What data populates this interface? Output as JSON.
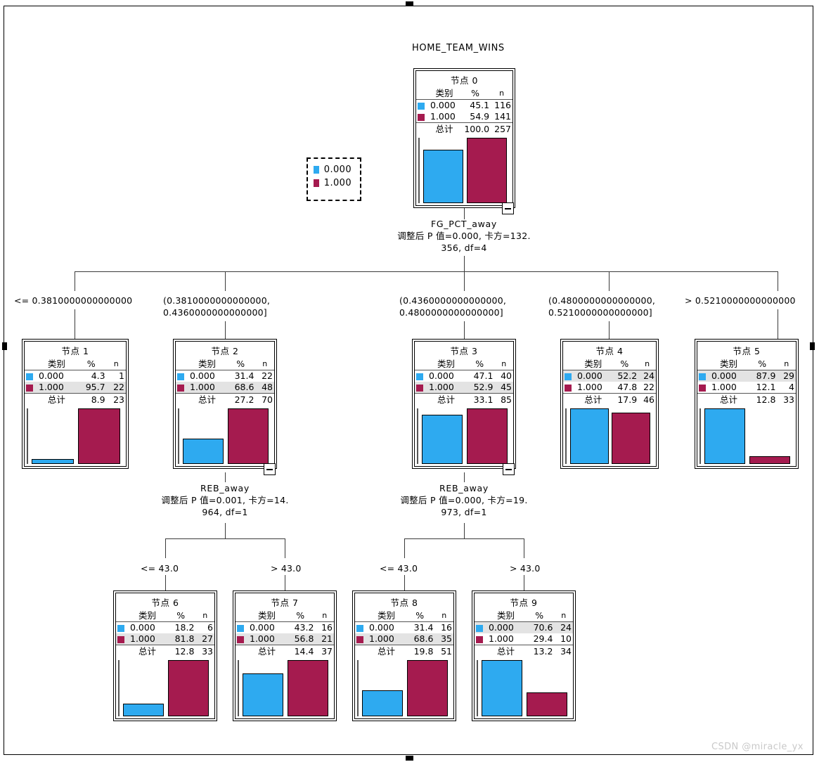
{
  "title": "HOME_TEAM_WINS",
  "watermark": "CSDN @miracle_yx",
  "colors": {
    "class0": "#2eaaf0",
    "class1": "#a51b4f",
    "highlight_row": "#e3e3e3",
    "line": "#3a3a3a",
    "watermark": "#c9c9c9"
  },
  "legend": {
    "name": "legend",
    "items": [
      {
        "label": "0.000",
        "color": "#2eaaf0"
      },
      {
        "label": "1.000",
        "color": "#a51b4f"
      }
    ]
  },
  "table_headers": {
    "category": "类别",
    "percent": "%",
    "n": "n",
    "total": "总计"
  },
  "splits": {
    "root": {
      "variable": "FG_PCT_away",
      "line2": "调整后 P 值=0.000, 卡方=132.",
      "line3": "356, df=4"
    },
    "node2": {
      "variable": "REB_away",
      "line2": "调整后 P 值=0.001, 卡方=14.",
      "line3": "964, df=1"
    },
    "node3": {
      "variable": "REB_away",
      "line2": "调整后 P 值=0.000, 卡方=19.",
      "line3": "973, df=1"
    }
  },
  "edge_labels": {
    "level1": [
      {
        "line1": "<= 0.3810000000000000",
        "line2": ""
      },
      {
        "line1": "(0.3810000000000000,",
        "line2": "0.4360000000000000]"
      },
      {
        "line1": "(0.4360000000000000,",
        "line2": "0.4800000000000000]"
      },
      {
        "line1": "(0.4800000000000000,",
        "line2": "0.5210000000000000]"
      },
      {
        "line1": "> 0.5210000000000000",
        "line2": ""
      }
    ],
    "level2_left": [
      {
        "line1": "<= 43.0",
        "line2": ""
      },
      {
        "line1": "> 43.0",
        "line2": ""
      }
    ],
    "level2_right": [
      {
        "line1": "<= 43.0",
        "line2": ""
      },
      {
        "line1": "> 43.0",
        "line2": ""
      }
    ]
  },
  "nodes": [
    {
      "id": "node0",
      "title": "节点 0",
      "rows": [
        {
          "label": "0.000",
          "percent": "45.1",
          "n": "116",
          "color": "#2eaaf0",
          "highlight": false
        },
        {
          "label": "1.000",
          "percent": "54.9",
          "n": "141",
          "color": "#a51b4f",
          "highlight": false
        }
      ],
      "total": {
        "label": "总计",
        "percent": "100.0",
        "n": "257"
      },
      "bars": [
        45.1,
        54.9
      ]
    },
    {
      "id": "node1",
      "title": "节点 1",
      "rows": [
        {
          "label": "0.000",
          "percent": "4.3",
          "n": "1",
          "color": "#2eaaf0",
          "highlight": false
        },
        {
          "label": "1.000",
          "percent": "95.7",
          "n": "22",
          "color": "#a51b4f",
          "highlight": true
        }
      ],
      "total": {
        "label": "总计",
        "percent": "8.9",
        "n": "23"
      },
      "bars": [
        4.3,
        95.7
      ]
    },
    {
      "id": "node2",
      "title": "节点 2",
      "rows": [
        {
          "label": "0.000",
          "percent": "31.4",
          "n": "22",
          "color": "#2eaaf0",
          "highlight": false
        },
        {
          "label": "1.000",
          "percent": "68.6",
          "n": "48",
          "color": "#a51b4f",
          "highlight": true
        }
      ],
      "total": {
        "label": "总计",
        "percent": "27.2",
        "n": "70"
      },
      "bars": [
        31.4,
        68.6
      ]
    },
    {
      "id": "node3",
      "title": "节点 3",
      "rows": [
        {
          "label": "0.000",
          "percent": "47.1",
          "n": "40",
          "color": "#2eaaf0",
          "highlight": false
        },
        {
          "label": "1.000",
          "percent": "52.9",
          "n": "45",
          "color": "#a51b4f",
          "highlight": true
        }
      ],
      "total": {
        "label": "总计",
        "percent": "33.1",
        "n": "85"
      },
      "bars": [
        47.1,
        52.9
      ]
    },
    {
      "id": "node4",
      "title": "节点 4",
      "rows": [
        {
          "label": "0.000",
          "percent": "52.2",
          "n": "24",
          "color": "#2eaaf0",
          "highlight": true
        },
        {
          "label": "1.000",
          "percent": "47.8",
          "n": "22",
          "color": "#a51b4f",
          "highlight": false
        }
      ],
      "total": {
        "label": "总计",
        "percent": "17.9",
        "n": "46"
      },
      "bars": [
        52.2,
        47.8
      ]
    },
    {
      "id": "node5",
      "title": "节点 5",
      "rows": [
        {
          "label": "0.000",
          "percent": "87.9",
          "n": "29",
          "color": "#2eaaf0",
          "highlight": true
        },
        {
          "label": "1.000",
          "percent": "12.1",
          "n": "4",
          "color": "#a51b4f",
          "highlight": false
        }
      ],
      "total": {
        "label": "总计",
        "percent": "12.8",
        "n": "33"
      },
      "bars": [
        87.9,
        12.1
      ]
    },
    {
      "id": "node6",
      "title": "节点 6",
      "rows": [
        {
          "label": "0.000",
          "percent": "18.2",
          "n": "6",
          "color": "#2eaaf0",
          "highlight": false
        },
        {
          "label": "1.000",
          "percent": "81.8",
          "n": "27",
          "color": "#a51b4f",
          "highlight": true
        }
      ],
      "total": {
        "label": "总计",
        "percent": "12.8",
        "n": "33"
      },
      "bars": [
        18.2,
        81.8
      ]
    },
    {
      "id": "node7",
      "title": "节点 7",
      "rows": [
        {
          "label": "0.000",
          "percent": "43.2",
          "n": "16",
          "color": "#2eaaf0",
          "highlight": false
        },
        {
          "label": "1.000",
          "percent": "56.8",
          "n": "21",
          "color": "#a51b4f",
          "highlight": true
        }
      ],
      "total": {
        "label": "总计",
        "percent": "14.4",
        "n": "37"
      },
      "bars": [
        43.2,
        56.8
      ]
    },
    {
      "id": "node8",
      "title": "节点 8",
      "rows": [
        {
          "label": "0.000",
          "percent": "31.4",
          "n": "16",
          "color": "#2eaaf0",
          "highlight": false
        },
        {
          "label": "1.000",
          "percent": "68.6",
          "n": "35",
          "color": "#a51b4f",
          "highlight": true
        }
      ],
      "total": {
        "label": "总计",
        "percent": "19.8",
        "n": "51"
      },
      "bars": [
        31.4,
        68.6
      ]
    },
    {
      "id": "node9",
      "title": "节点 9",
      "rows": [
        {
          "label": "0.000",
          "percent": "70.6",
          "n": "24",
          "color": "#2eaaf0",
          "highlight": true
        },
        {
          "label": "1.000",
          "percent": "29.4",
          "n": "10",
          "color": "#a51b4f",
          "highlight": false
        }
      ],
      "total": {
        "label": "总计",
        "percent": "13.2",
        "n": "34"
      },
      "bars": [
        70.6,
        29.4
      ]
    }
  ],
  "chart_data": {
    "type": "diagram",
    "title": "HOME_TEAM_WINS",
    "description": "CHAID decision tree predicting HOME_TEAM_WINS",
    "classes": [
      "0.000",
      "1.000"
    ],
    "tree": [
      {
        "node": 0,
        "parent": null,
        "split_variable": "FG_PCT_away",
        "adjusted_p": 0.0,
        "chi_square": 132.356,
        "df": 4,
        "percents": [
          45.1,
          54.9
        ],
        "counts": [
          116,
          141
        ],
        "total_percent": 100.0,
        "total_n": 257
      },
      {
        "node": 1,
        "parent": 0,
        "branch": "<= 0.3810000000000000",
        "percents": [
          4.3,
          95.7
        ],
        "counts": [
          1,
          22
        ],
        "total_percent": 8.9,
        "total_n": 23
      },
      {
        "node": 2,
        "parent": 0,
        "branch": "(0.3810000000000000, 0.4360000000000000]",
        "split_variable": "REB_away",
        "adjusted_p": 0.001,
        "chi_square": 14.964,
        "df": 1,
        "percents": [
          31.4,
          68.6
        ],
        "counts": [
          22,
          48
        ],
        "total_percent": 27.2,
        "total_n": 70
      },
      {
        "node": 3,
        "parent": 0,
        "branch": "(0.4360000000000000, 0.4800000000000000]",
        "split_variable": "REB_away",
        "adjusted_p": 0.0,
        "chi_square": 19.973,
        "df": 1,
        "percents": [
          47.1,
          52.9
        ],
        "counts": [
          40,
          45
        ],
        "total_percent": 33.1,
        "total_n": 85
      },
      {
        "node": 4,
        "parent": 0,
        "branch": "(0.4800000000000000, 0.5210000000000000]",
        "percents": [
          52.2,
          47.8
        ],
        "counts": [
          24,
          22
        ],
        "total_percent": 17.9,
        "total_n": 46
      },
      {
        "node": 5,
        "parent": 0,
        "branch": "> 0.5210000000000000",
        "percents": [
          87.9,
          12.1
        ],
        "counts": [
          29,
          4
        ],
        "total_percent": 12.8,
        "total_n": 33
      },
      {
        "node": 6,
        "parent": 2,
        "branch": "<= 43.0",
        "percents": [
          18.2,
          81.8
        ],
        "counts": [
          6,
          27
        ],
        "total_percent": 12.8,
        "total_n": 33
      },
      {
        "node": 7,
        "parent": 2,
        "branch": "> 43.0",
        "percents": [
          43.2,
          56.8
        ],
        "counts": [
          16,
          21
        ],
        "total_percent": 14.4,
        "total_n": 37
      },
      {
        "node": 8,
        "parent": 3,
        "branch": "<= 43.0",
        "percents": [
          31.4,
          68.6
        ],
        "counts": [
          16,
          35
        ],
        "total_percent": 19.8,
        "total_n": 51
      },
      {
        "node": 9,
        "parent": 3,
        "branch": "> 43.0",
        "percents": [
          70.6,
          29.4
        ],
        "counts": [
          24,
          10
        ],
        "total_percent": 13.2,
        "total_n": 34
      }
    ]
  }
}
